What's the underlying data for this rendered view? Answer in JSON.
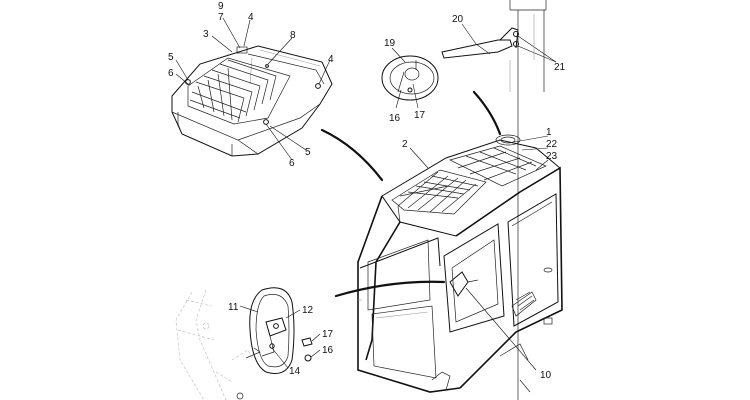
{
  "callouts": {
    "top_panel": [
      "9",
      "7",
      "4",
      "8",
      "3",
      "5",
      "6",
      "4",
      "6",
      "5"
    ],
    "mirror": [
      "19",
      "16",
      "17",
      "20",
      "21"
    ],
    "cab": [
      "2",
      "1",
      "22",
      "23",
      "10"
    ],
    "side_mirror": [
      "11",
      "12",
      "17",
      "16",
      "14"
    ]
  },
  "colors": {
    "line": "#111111",
    "hidden": "#bbbbbb",
    "background": "#ffffff"
  }
}
